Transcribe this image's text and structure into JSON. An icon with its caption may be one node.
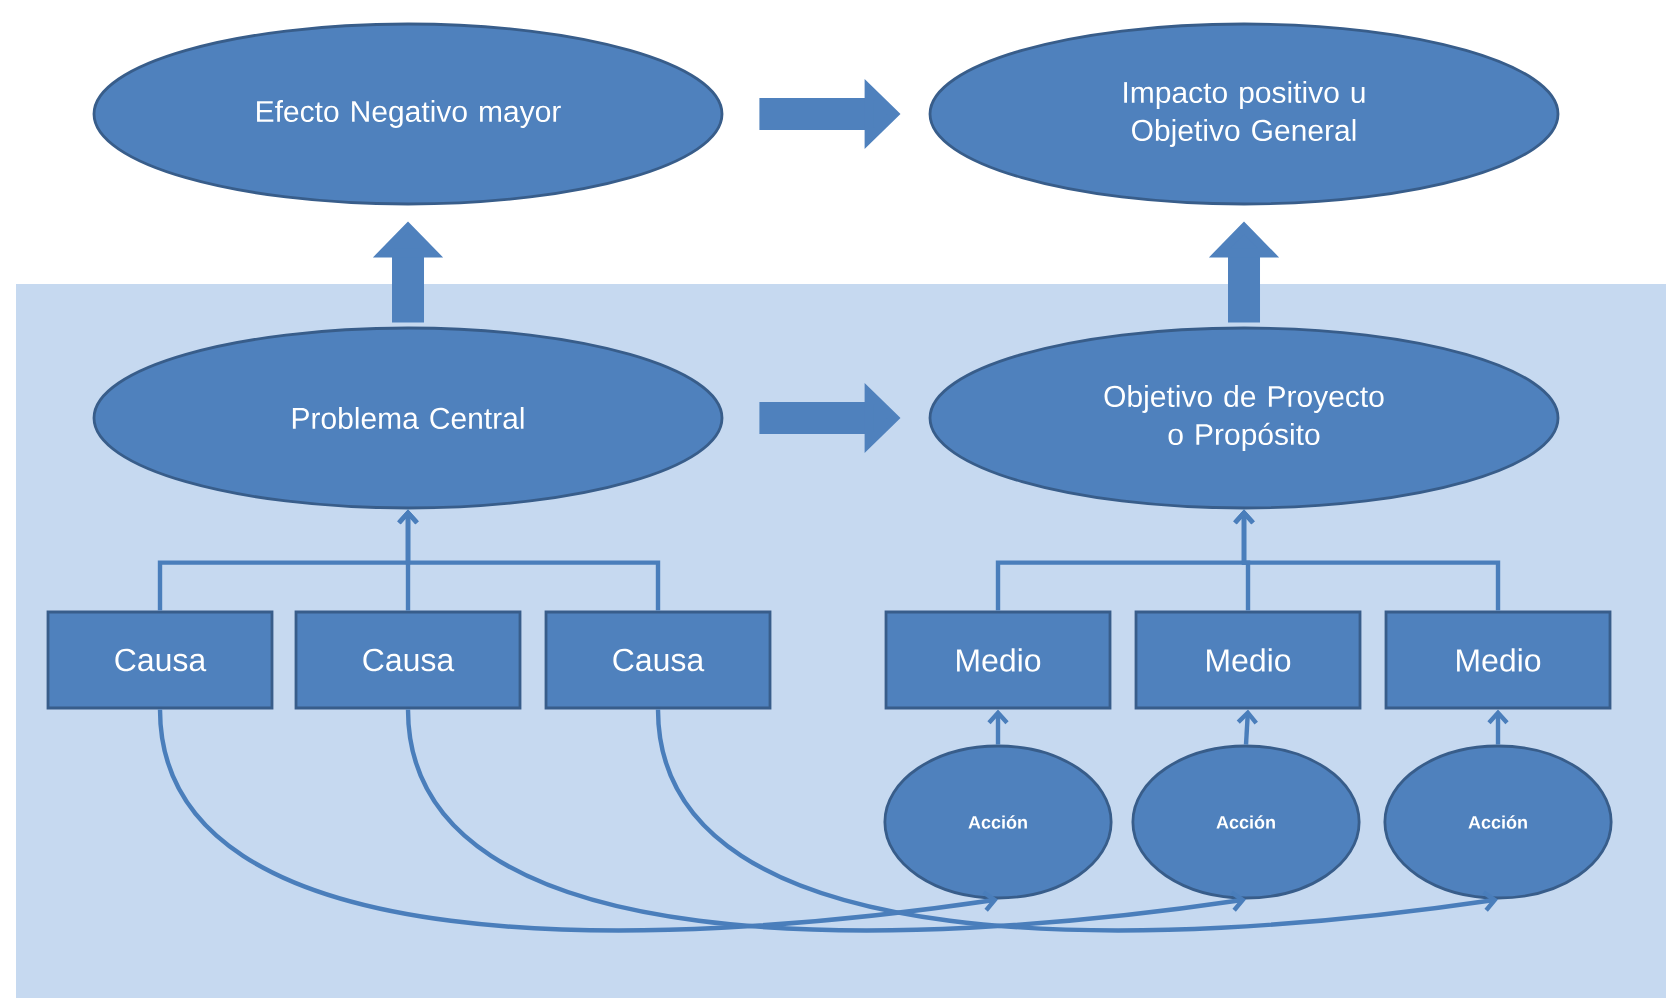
{
  "diagram": {
    "nodes": [
      {
        "text": [
          "Efecto Negativo mayor"
        ]
      },
      {
        "text": [
          "Impacto positivo u Objetivo General"
        ]
      },
      {
        "text": [
          "Problema Central"
        ]
      },
      {
        "text": [
          "Objetivo de Proyecto o Propósito"
        ]
      },
      {
        "text": [
          "Causa"
        ]
      },
      {
        "text": [
          "Causa"
        ]
      },
      {
        "text": [
          "Causa"
        ]
      },
      {
        "text": [
          "Medio"
        ]
      },
      {
        "text": [
          "Medio"
        ]
      },
      {
        "text": [
          "Medio"
        ]
      },
      {
        "text": [
          "Acción"
        ]
      },
      {
        "text": [
          "Acción"
        ]
      },
      {
        "text": [
          "Acción"
        ]
      }
    ],
    "edges": [
      {
        "from": 0,
        "to": 1,
        "arrow": "to",
        "style": "thick"
      },
      {
        "from": 2,
        "to": 0,
        "arrow": "to",
        "style": "thick"
      },
      {
        "from": 3,
        "to": 1,
        "arrow": "to",
        "style": "thick"
      },
      {
        "from": 2,
        "to": 3,
        "arrow": "to",
        "style": "thick"
      },
      {
        "from": 4,
        "to": 2,
        "arrow": "to"
      },
      {
        "from": 5,
        "to": 2,
        "arrow": "to"
      },
      {
        "from": 6,
        "to": 2,
        "arrow": "to"
      },
      {
        "from": 7,
        "to": 3,
        "arrow": "to"
      },
      {
        "from": 8,
        "to": 3,
        "arrow": "to"
      },
      {
        "from": 9,
        "to": 3,
        "arrow": "to"
      },
      {
        "from": 10,
        "to": 7,
        "arrow": "to"
      },
      {
        "from": 11,
        "to": 8,
        "arrow": "to"
      },
      {
        "from": 12,
        "to": 9,
        "arrow": "to"
      },
      {
        "from": 4,
        "to": 10,
        "arrow": "to"
      },
      {
        "from": 5,
        "to": 11,
        "arrow": "to"
      },
      {
        "from": 6,
        "to": 12,
        "arrow": "to"
      }
    ]
  }
}
